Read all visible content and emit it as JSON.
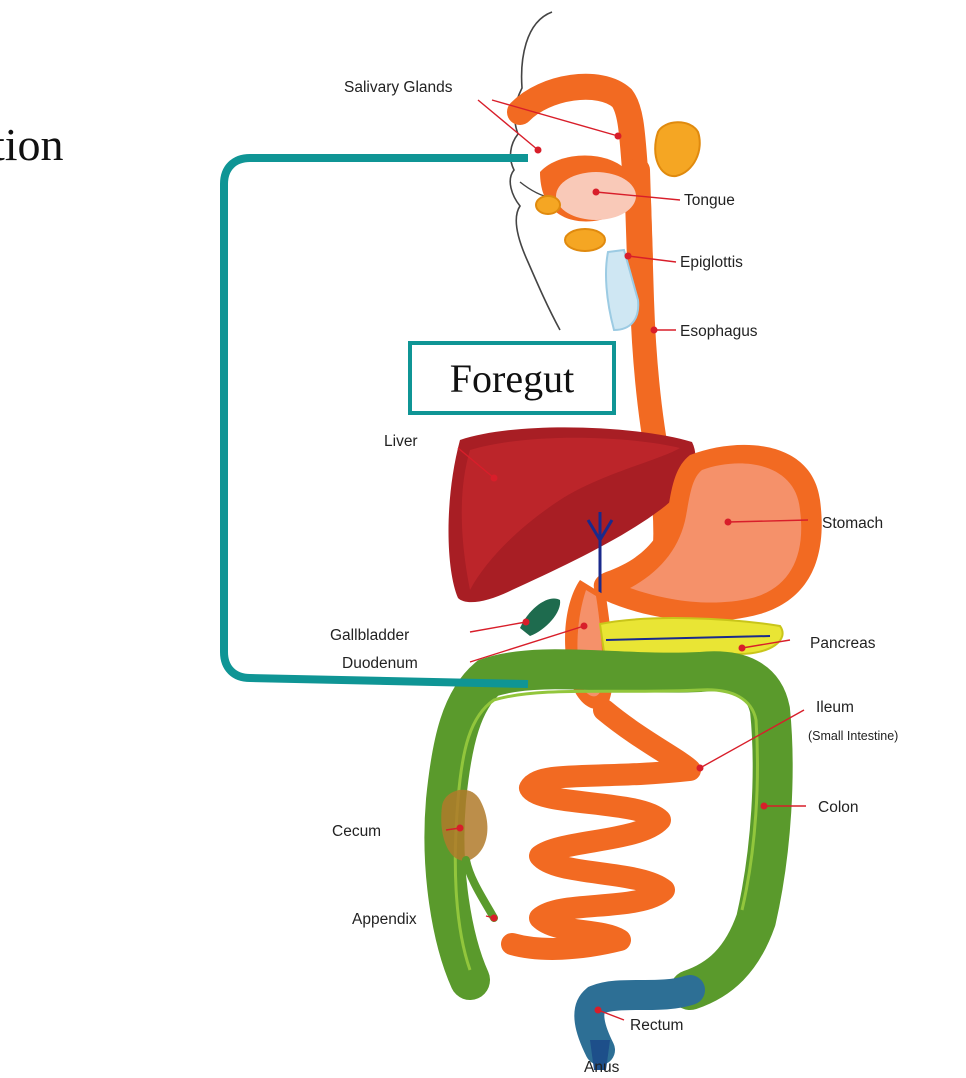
{
  "slide": {
    "title_fragment": "tion"
  },
  "bracket": {
    "label": "Foregut",
    "color": "#0f9595"
  },
  "labels": {
    "salivary_glands": "Salivary Glands",
    "tongue": "Tongue",
    "epiglottis": "Epiglottis",
    "esophagus": "Esophagus",
    "liver": "Liver",
    "stomach": "Stomach",
    "gallbladder": "Gallbladder",
    "duodenum": "Duodenum",
    "pancreas": "Pancreas",
    "ileum": "Ileum",
    "ileum_sub": "(Small Intestine)",
    "colon": "Colon",
    "cecum": "Cecum",
    "appendix": "Appendix",
    "rectum": "Rectum",
    "anus": "Anus"
  },
  "colors": {
    "esophagus": "#f26a22",
    "liver": "#a81e24",
    "stomach": "#f5916a",
    "pancreas": "#e9e534",
    "colon": "#5a9a2c",
    "small_intestine": "#f26a22",
    "rectum": "#2d6f95",
    "pointer": "#d81e2a"
  }
}
